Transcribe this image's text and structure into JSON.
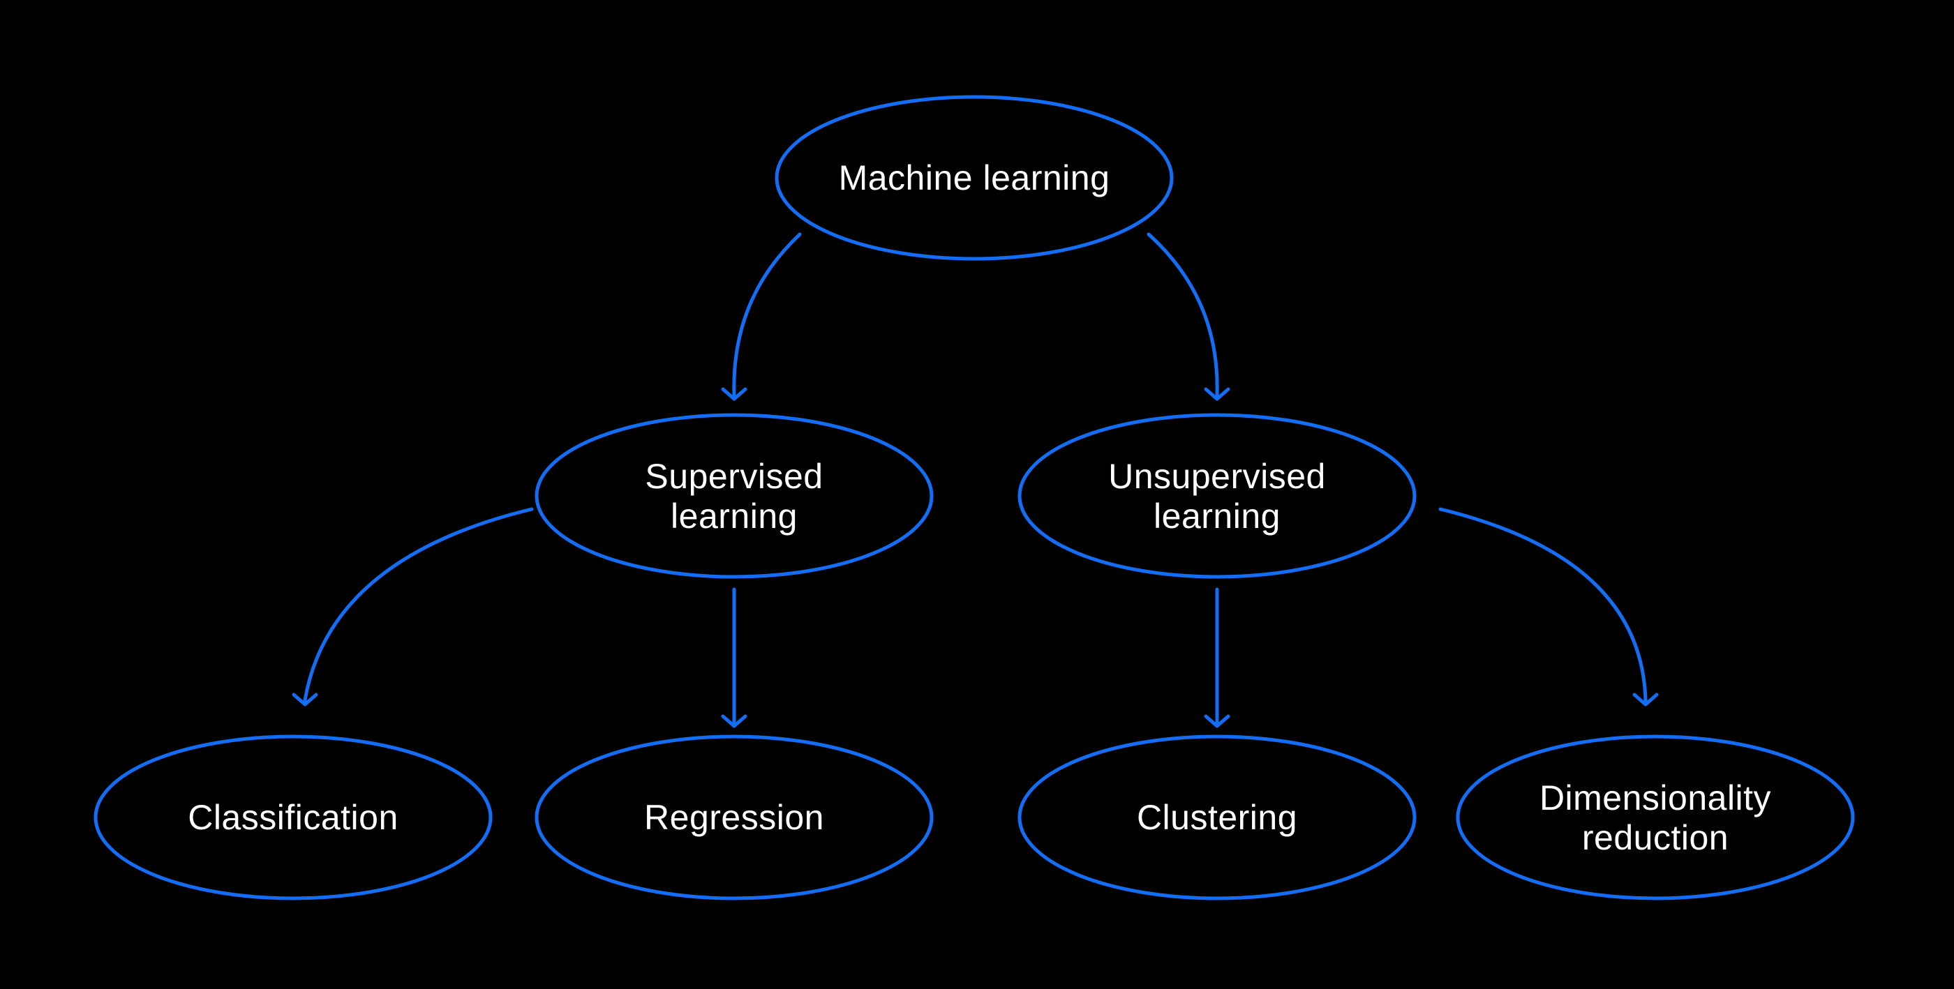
{
  "colors": {
    "background": "#000000",
    "node_outline": "#146EF5",
    "arrow": "#146EF5",
    "text": "#FFFFFF"
  },
  "nodes": {
    "machine_learning": {
      "label": "Machine learning"
    },
    "supervised_learning": {
      "line1": "Supervised",
      "line2": "learning"
    },
    "unsupervised_learning": {
      "line1": "Unsupervised",
      "line2": "learning"
    },
    "classification": {
      "label": "Classification"
    },
    "regression": {
      "label": "Regression"
    },
    "clustering": {
      "label": "Clustering"
    },
    "dimensionality_reduction": {
      "line1": "Dimensionality",
      "line2": "reduction"
    }
  },
  "edges": [
    {
      "from": "Machine learning",
      "to": "Supervised learning"
    },
    {
      "from": "Machine learning",
      "to": "Unsupervised learning"
    },
    {
      "from": "Supervised learning",
      "to": "Classification"
    },
    {
      "from": "Supervised learning",
      "to": "Regression"
    },
    {
      "from": "Unsupervised learning",
      "to": "Clustering"
    },
    {
      "from": "Unsupervised learning",
      "to": "Dimensionality reduction"
    }
  ]
}
